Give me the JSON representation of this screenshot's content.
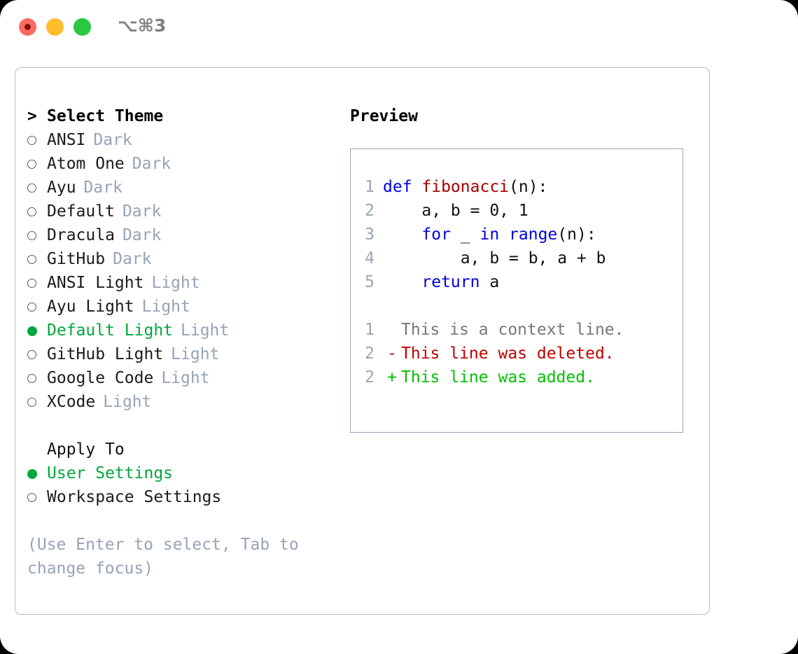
{
  "window": {
    "shortcut": "⌥⌘3",
    "lights": [
      "close-red",
      "minimize-yellow",
      "maximize-green"
    ]
  },
  "theme_picker": {
    "header": "Select Theme",
    "header_marker": ">",
    "items": [
      {
        "label": "ANSI",
        "tag": "Dark",
        "selected": false,
        "marker": "○"
      },
      {
        "label": "Atom One",
        "tag": "Dark",
        "selected": false,
        "marker": "○"
      },
      {
        "label": "Ayu",
        "tag": "Dark",
        "selected": false,
        "marker": "○"
      },
      {
        "label": "Default",
        "tag": "Dark",
        "selected": false,
        "marker": "○"
      },
      {
        "label": "Dracula",
        "tag": "Dark",
        "selected": false,
        "marker": "○"
      },
      {
        "label": "GitHub",
        "tag": "Dark",
        "selected": false,
        "marker": "○"
      },
      {
        "label": "ANSI Light",
        "tag": "Light",
        "selected": false,
        "marker": "○"
      },
      {
        "label": "Ayu Light",
        "tag": "Light",
        "selected": false,
        "marker": "○"
      },
      {
        "label": "Default Light",
        "tag": "Light",
        "selected": true,
        "marker": "●"
      },
      {
        "label": "GitHub Light",
        "tag": "Light",
        "selected": false,
        "marker": "○"
      },
      {
        "label": "Google Code",
        "tag": "Light",
        "selected": false,
        "marker": "○"
      },
      {
        "label": "XCode",
        "tag": "Light",
        "selected": false,
        "marker": "○"
      }
    ]
  },
  "apply_to": {
    "header": "Apply To",
    "items": [
      {
        "label": "User Settings",
        "selected": true,
        "marker": "●"
      },
      {
        "label": "Workspace Settings",
        "selected": false,
        "marker": "○"
      }
    ]
  },
  "hint": "(Use Enter to select, Tab to change focus)",
  "preview": {
    "title": "Preview",
    "code_lines": [
      {
        "num": "1",
        "tokens": [
          {
            "t": "def ",
            "c": "kw"
          },
          {
            "t": "fibonacci",
            "c": "fn"
          },
          {
            "t": "(n):",
            "c": "pln"
          }
        ]
      },
      {
        "num": "2",
        "tokens": [
          {
            "t": "    a, b = 0, 1",
            "c": "pln"
          }
        ]
      },
      {
        "num": "3",
        "tokens": [
          {
            "t": "    ",
            "c": "pln"
          },
          {
            "t": "for",
            "c": "kw"
          },
          {
            "t": " _ ",
            "c": "pln"
          },
          {
            "t": "in",
            "c": "kw"
          },
          {
            "t": " ",
            "c": "pln"
          },
          {
            "t": "range",
            "c": "kw"
          },
          {
            "t": "(n):",
            "c": "pln"
          }
        ]
      },
      {
        "num": "4",
        "tokens": [
          {
            "t": "        a, b = b, a + b",
            "c": "pln"
          }
        ]
      },
      {
        "num": "5",
        "tokens": [
          {
            "t": "    ",
            "c": "pln"
          },
          {
            "t": "return",
            "c": "kw"
          },
          {
            "t": " a",
            "c": "pln"
          }
        ]
      }
    ],
    "diff_lines": [
      {
        "num": "1",
        "mark": "",
        "text": "This is a context line.",
        "type": "ctx"
      },
      {
        "num": "2",
        "mark": "-",
        "text": "This line was deleted.",
        "type": "del"
      },
      {
        "num": "2",
        "mark": "+",
        "text": "This line was added.",
        "type": "add"
      }
    ]
  },
  "colors": {
    "selected_green": "#00a83c",
    "tag_gray": "#97a3b6",
    "keyword_blue": "#0000e0",
    "function_red": "#a40000",
    "diff_deleted": "#c00000",
    "diff_added": "#00c000",
    "border": "#9aa5b5"
  }
}
